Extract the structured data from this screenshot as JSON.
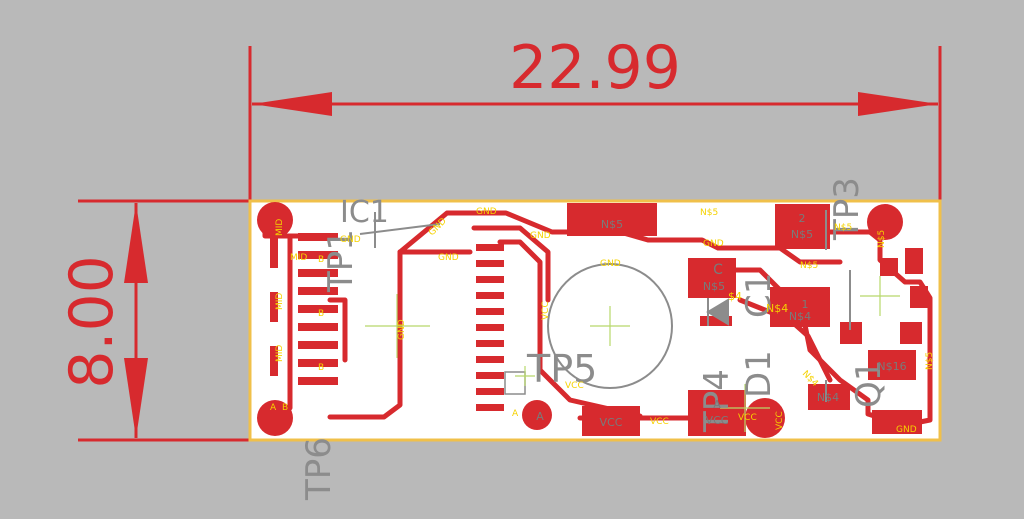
{
  "dimensions": {
    "width": "22.99",
    "height": "8.00"
  },
  "colors": {
    "background": "#b9b9b9",
    "board_fill": "#ffffff",
    "board_outline": "#f0c04a",
    "copper": "#d72a2e",
    "silk": "#8c8c8c",
    "net_label": "#f5d200",
    "dimension": "#d72a2e",
    "crosshair": "#b8d86a"
  },
  "components": {
    "ic1": "IC1",
    "tp1": "TP1",
    "tp3": "TP3",
    "tp4": "TP4",
    "tp5": "TP5",
    "tp6": "TP6",
    "c1": "C1",
    "d1": "D1",
    "q1": "Q1"
  },
  "pads": {
    "n5_top": "N$5",
    "n5_right": "N$5",
    "n5_c": "N$5",
    "n4_mid": "N$4",
    "n4_bottom": "N$4",
    "n16": "N$16",
    "pin_c": "C",
    "pin_1": "1",
    "pin_2": "2",
    "pin_a_left": "A",
    "pin_a_right": "A",
    "vcc_left": "VCC",
    "vcc_right": "VCC"
  },
  "net_labels": {
    "gnd": "GND",
    "mid": "MID",
    "vcc": "VCC",
    "n5": "N$5",
    "n4": "N$4",
    "b": "B",
    "a": "A",
    "n4_short": "$4",
    "n5_c": "C"
  }
}
